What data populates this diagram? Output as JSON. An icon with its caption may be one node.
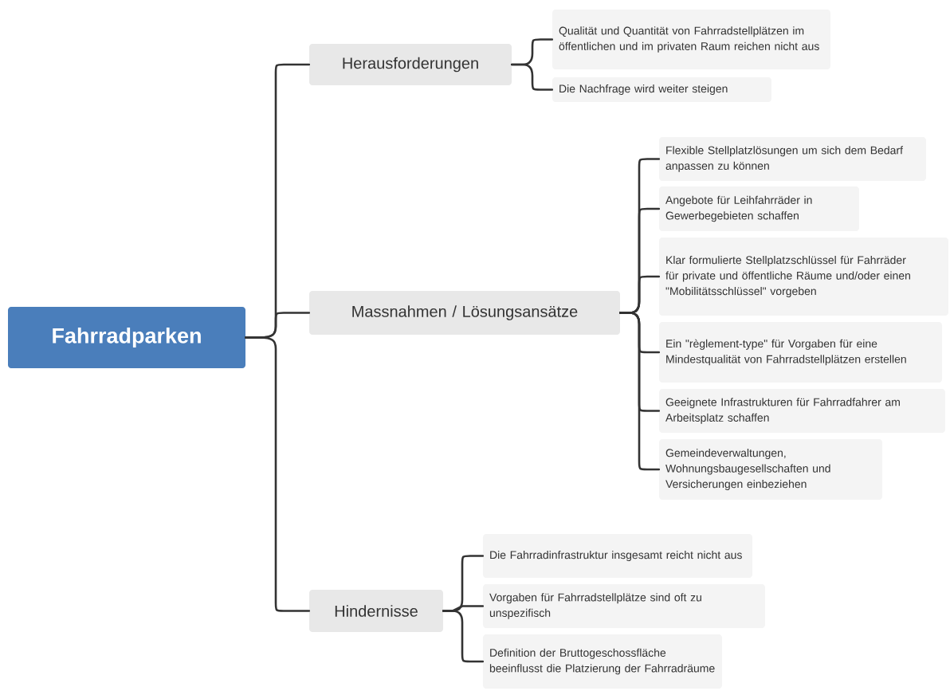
{
  "diagram": {
    "nodes": [
      {
        "text": [
          "Fahrradparken"
        ]
      },
      {
        "text": [
          "Herausforderungen"
        ]
      },
      {
        "text": [
          "Qualität und Quantität von Fahrradstellplätzen im öffentlichen und im privaten Raum reichen nicht aus"
        ]
      },
      {
        "text": [
          "Die Nachfrage wird weiter steigen"
        ]
      },
      {
        "text": [
          "Massnahmen / Lösungsansätze"
        ]
      },
      {
        "text": [
          "Flexible Stellplatzlösungen um sich dem Bedarf anpassen zu können"
        ]
      },
      {
        "text": [
          "Angebote für Leihfahrräder in Gewerbegebieten schaffen"
        ]
      },
      {
        "text": [
          "Klar formulierte Stellplatzschlüssel für Fahrräder für private und öffentliche Räume und/oder einen \"Mobilitätsschlüssel\" vorgeben"
        ]
      },
      {
        "text": [
          "Ein \"règlement-type\" für Vorgaben für eine Mindestqualität von Fahrradstellplätzen erstellen"
        ]
      },
      {
        "text": [
          "Geeignete Infrastrukturen für Fahrradfahrer am Arbeitsplatz schaffen"
        ]
      },
      {
        "text": [
          "Gemeindeverwaltungen, Wohnungsbaugesellschaften und Versicherungen einbeziehen"
        ]
      },
      {
        "text": [
          "Hindernisse"
        ]
      },
      {
        "text": [
          "Die Fahrradinfrastruktur insgesamt reicht nicht aus"
        ]
      },
      {
        "text": [
          "Vorgaben für Fahrradstellplätze sind oft zu unspezifisch"
        ]
      },
      {
        "text": [
          "Definition der Bruttogeschossfläche beeinflusst die Platzierung der Fahrradräume"
        ]
      }
    ],
    "edges": [
      {
        "from": 0,
        "to": 1,
        "arrow": "none"
      },
      {
        "from": 0,
        "to": 4,
        "arrow": "none"
      },
      {
        "from": 0,
        "to": 11,
        "arrow": "none"
      },
      {
        "from": 1,
        "to": 2,
        "arrow": "none"
      },
      {
        "from": 1,
        "to": 3,
        "arrow": "none"
      },
      {
        "from": 4,
        "to": 5,
        "arrow": "none"
      },
      {
        "from": 4,
        "to": 6,
        "arrow": "none"
      },
      {
        "from": 4,
        "to": 7,
        "arrow": "none"
      },
      {
        "from": 4,
        "to": 8,
        "arrow": "none"
      },
      {
        "from": 4,
        "to": 9,
        "arrow": "none"
      },
      {
        "from": 4,
        "to": 10,
        "arrow": "none"
      },
      {
        "from": 11,
        "to": 12,
        "arrow": "none"
      },
      {
        "from": 11,
        "to": 13,
        "arrow": "none"
      },
      {
        "from": 11,
        "to": 14,
        "arrow": "none"
      }
    ]
  }
}
